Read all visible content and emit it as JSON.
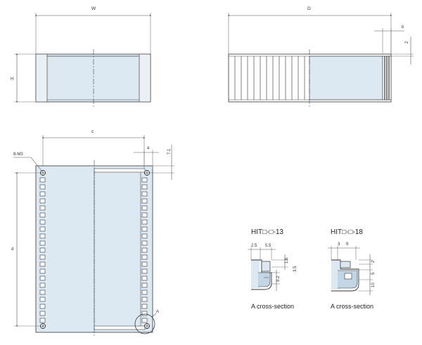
{
  "colors": {
    "line": "#4a4a4a",
    "dim_line": "#666666",
    "body_fill": "#dce9f3",
    "panel_fill": "#cfe0ee",
    "hole_stroke": "#333333"
  },
  "views": {
    "front": {
      "width_label": "W",
      "height_label": "H"
    },
    "side": {
      "depth_label": "D",
      "b_label": "b",
      "two_label": "2"
    },
    "top": {
      "c_label": "c",
      "d_label": "d",
      "a_label": "a",
      "seven_label": "7.1",
      "screw_label": "8-M3",
      "detail_label": "A"
    }
  },
  "sections": [
    {
      "title": "HIT□-□-13",
      "caption": "A cross-section",
      "dims": [
        "2.5",
        "5.5",
        "1.6",
        "3.5",
        "9.2"
      ]
    },
    {
      "title": "HIT□-□-18",
      "caption": "A cross-section",
      "dims": [
        "3",
        "9",
        "2",
        "5",
        "10"
      ]
    }
  ]
}
